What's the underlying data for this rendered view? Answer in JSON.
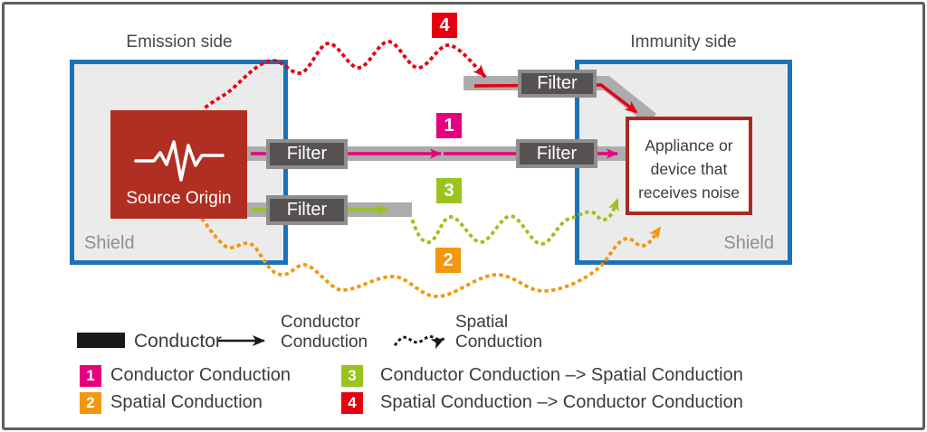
{
  "colors": {
    "pink": "#e5007d",
    "orange": "#f2970e",
    "green": "#9ac31c",
    "red": "#e60012",
    "shield_blue": "#1b72b8",
    "shield_fill": "#ebebeb",
    "source_red": "#b02e22",
    "appliance_border_red": "#a82a20",
    "conductor_gray": "#acacac",
    "filter_gray": "#565251",
    "text_dark": "#3e3a39",
    "black": "#1a1a1a"
  },
  "emission": {
    "title": "Emission side",
    "shield_label": "Shield",
    "source_label": "Source Origin"
  },
  "immunity": {
    "title": "Immunity side",
    "shield_label": "Shield",
    "appliance_lines": [
      "Appliance or",
      "device that",
      "receives noise"
    ]
  },
  "filter_label": "Filter",
  "paths": {
    "p1": {
      "num": "1",
      "legend": "Conductor Conduction"
    },
    "p2": {
      "num": "2",
      "legend": "Spatial Conduction"
    },
    "p3": {
      "num": "3",
      "legend": "Conductor Conduction –> Spatial Conduction"
    },
    "p4": {
      "num": "4",
      "legend": "Spatial Conduction –> Conductor Conduction"
    }
  },
  "legend": {
    "conductor": "Conductor",
    "conductor_conduction": "Conductor Conduction",
    "spatial_conduction": "Spatial Conduction"
  }
}
